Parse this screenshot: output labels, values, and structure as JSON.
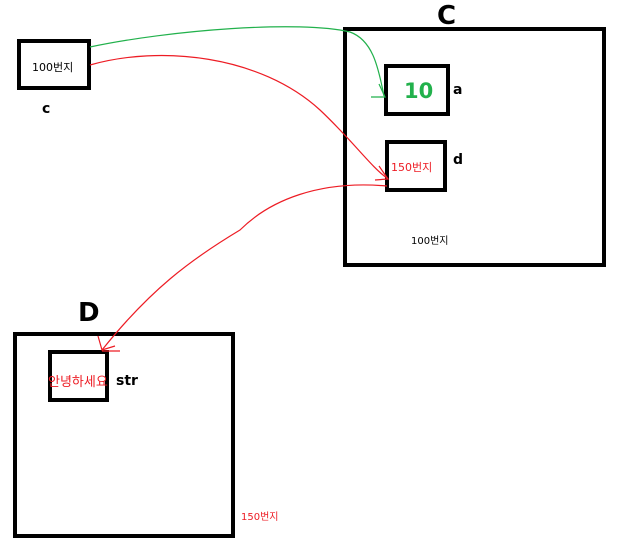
{
  "diagram": {
    "pointer_var": {
      "value": "100번지",
      "name": "c"
    },
    "object_c": {
      "title": "C",
      "address": "100번지",
      "field_a": {
        "value": "10",
        "name": "a",
        "color": "#22b14c"
      },
      "field_d": {
        "value": "150번지",
        "name": "d",
        "color": "#ed1c24"
      }
    },
    "object_d": {
      "title": "D",
      "address": "150번지",
      "field_str": {
        "value": "안녕하세요",
        "name": "str",
        "color": "#ed1c24"
      }
    },
    "colors": {
      "ink": "#000000",
      "arrow_green": "#22b14c",
      "arrow_red": "#ed1c24"
    }
  }
}
